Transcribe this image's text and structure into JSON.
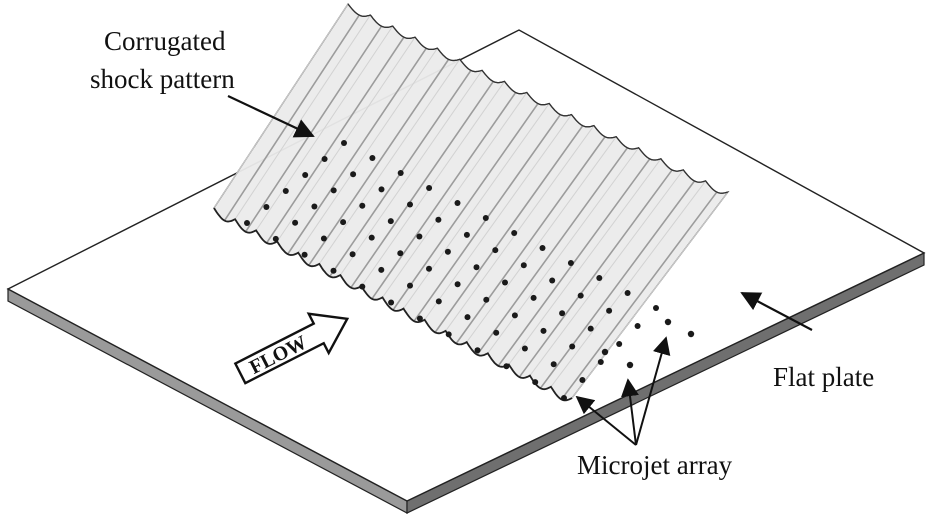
{
  "figure": {
    "labels": {
      "corrugated_line1": "Corrugated",
      "corrugated_line2": "shock pattern",
      "flat_plate": "Flat plate",
      "microjet_array": "Microjet array",
      "flow": "FLOW"
    },
    "colors": {
      "plate_top": "#ffffff",
      "plate_edge_front": "#9a9a9a",
      "plate_edge_side": "#6f6f6f",
      "shock_fill": "#ececec",
      "shock_rib": "#b4b4b4",
      "outline": "#222222",
      "jet": "#1a1a1a"
    },
    "microjet_rows": 6,
    "microjet_columns": 12,
    "shock_ridges": 17
  }
}
